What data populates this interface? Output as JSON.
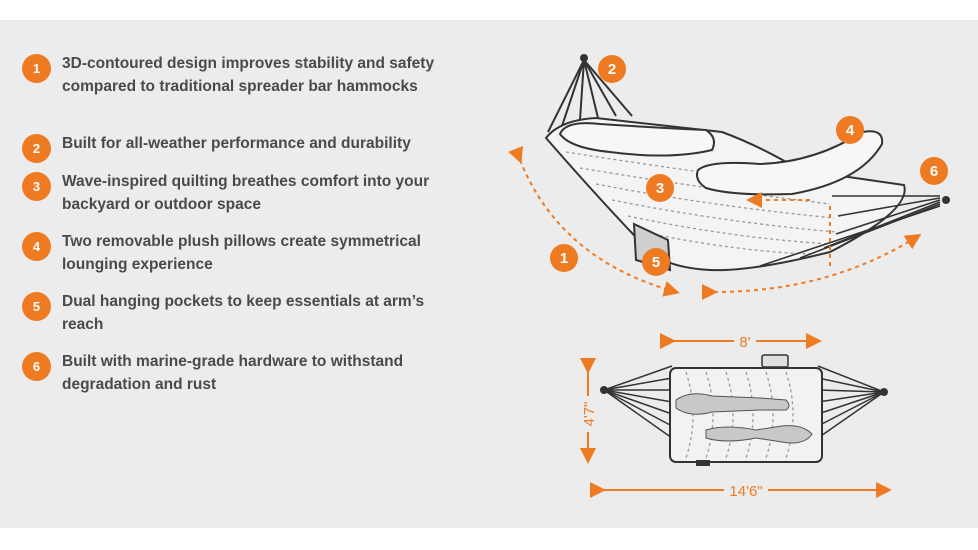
{
  "features": [
    {
      "number": "1",
      "text": "3D-contoured design improves stability and safety compared to traditional spreader bar hammocks"
    },
    {
      "number": "2",
      "text": "Built for all-weather performance and durability"
    },
    {
      "number": "3",
      "text": "Wave-inspired quilting breathes comfort into your backyard or outdoor space"
    },
    {
      "number": "4",
      "text": "Two removable plush pillows create symmetrical lounging experience"
    },
    {
      "number": "5",
      "text": "Dual hanging pockets to keep essentials at arm’s reach"
    },
    {
      "number": "6",
      "text": "Built with marine-grade hardware to withstand degradation and rust"
    }
  ],
  "callouts": [
    "1",
    "2",
    "3",
    "4",
    "5",
    "6"
  ],
  "dimensions": {
    "width": "8'",
    "height": "4'7\"",
    "length": "14'6\""
  },
  "colors": {
    "accent": "#ee7a22",
    "text": "#4a4a4a",
    "panel": "#ececec"
  }
}
